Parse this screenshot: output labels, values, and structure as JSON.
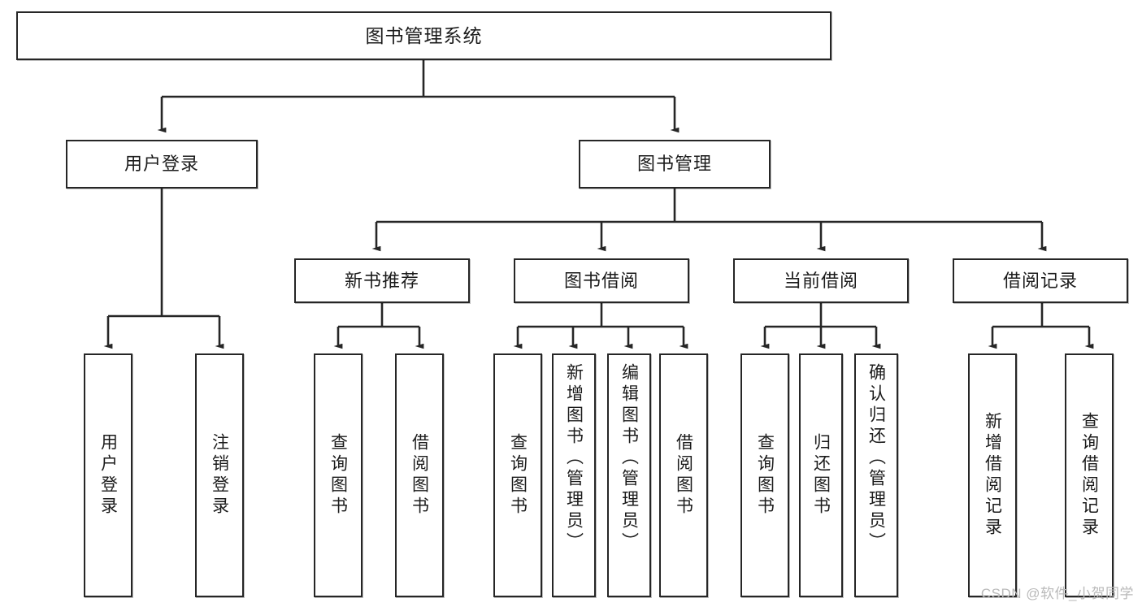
{
  "diagram": {
    "title": "图书管理系统",
    "type": "functional-structure-tree",
    "watermark": "CSDN @软件_小贺同学",
    "colors": {
      "box_border": "#262626",
      "box_fill": "#ffffff",
      "connector": "#262626",
      "text": "#1b1b1b",
      "watermark": "#b9b9b9"
    },
    "root": {
      "label": "图书管理系统"
    },
    "level2": [
      {
        "label": "用户登录"
      },
      {
        "label": "图书管理"
      }
    ],
    "level3": [
      {
        "label": "新书推荐"
      },
      {
        "label": "图书借阅"
      },
      {
        "label": "当前借阅"
      },
      {
        "label": "借阅记录"
      }
    ],
    "leaves": {
      "user_login": [
        {
          "label": "用户登录"
        },
        {
          "label": "注销登录"
        }
      ],
      "new_book_recommend": [
        {
          "label": "查询图书"
        },
        {
          "label": "借阅图书"
        }
      ],
      "book_borrow": [
        {
          "label": "查询图书"
        },
        {
          "label": "新增图书（管理员）"
        },
        {
          "label": "编辑图书（管理员）"
        },
        {
          "label": "借阅图书"
        }
      ],
      "current_borrow": [
        {
          "label": "查询图书"
        },
        {
          "label": "归还图书"
        },
        {
          "label": "确认归还（管理员）"
        }
      ],
      "borrow_record": [
        {
          "label": "新增借阅记录"
        },
        {
          "label": "查询借阅记录"
        }
      ]
    }
  }
}
